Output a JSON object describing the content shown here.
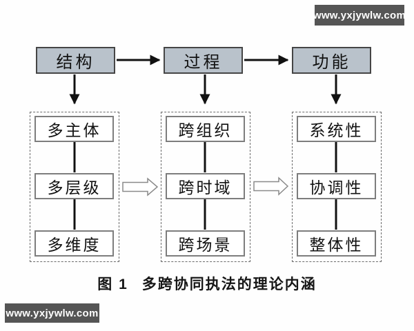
{
  "watermark": {
    "text": "www.yxjywlw.com"
  },
  "top_row": [
    {
      "label": "结构"
    },
    {
      "label": "过程"
    },
    {
      "label": "功能"
    }
  ],
  "columns": [
    {
      "items": [
        "多主体",
        "多层级",
        "多维度"
      ]
    },
    {
      "items": [
        "跨组织",
        "跨时域",
        "跨场景"
      ]
    },
    {
      "items": [
        "系统性",
        "协调性",
        "整体性"
      ]
    }
  ],
  "caption": {
    "prefix": "图 1",
    "text": "多跨协同执法的理论内涵"
  },
  "colors": {
    "top_box_fill": "#b9c2cb",
    "top_box_border": "#454545",
    "item_box_border": "#7d7d7d",
    "dashed_border": "#6a6a6a",
    "arrow": "#111111",
    "watermark_bg": "#555555",
    "watermark_text": "#ffffff"
  }
}
